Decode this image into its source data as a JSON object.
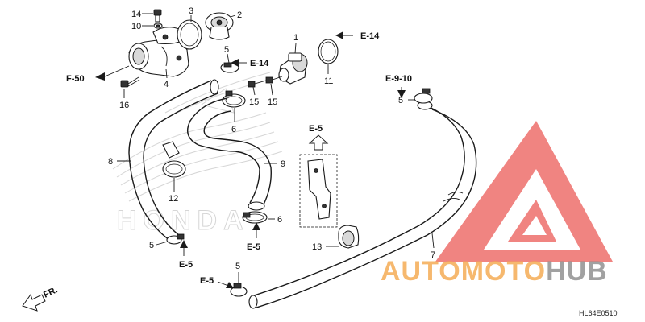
{
  "part_numbers": {
    "p1": "1",
    "p2": "2",
    "p3": "3",
    "p4": "4",
    "p5a": "5",
    "p5b": "5",
    "p5c": "5",
    "p5d": "5",
    "p6a": "6",
    "p6b": "6",
    "p7": "7",
    "p8": "8",
    "p9": "9",
    "p10": "10",
    "p11": "11",
    "p12": "12",
    "p13": "13",
    "p14": "14",
    "p15a": "15",
    "p15b": "15",
    "p16": "16"
  },
  "references": {
    "f50": "F-50",
    "e14a": "E-14",
    "e14b": "E-14",
    "e910": "E-9-10",
    "e5_bracket": "E-5",
    "e5_left": "E-5",
    "e5_center": "E-5",
    "e5_bottom": "E-5",
    "fr": "FR."
  },
  "watermark": {
    "brand_part1": "AUTOMOTO",
    "brand_part2": "HUB",
    "color_primary": "#f4a64a",
    "color_secondary": "#9a9a9a",
    "logo_color": "#e9433f",
    "background_brand": "HONDA"
  },
  "diagram_code": "HL64E0510"
}
